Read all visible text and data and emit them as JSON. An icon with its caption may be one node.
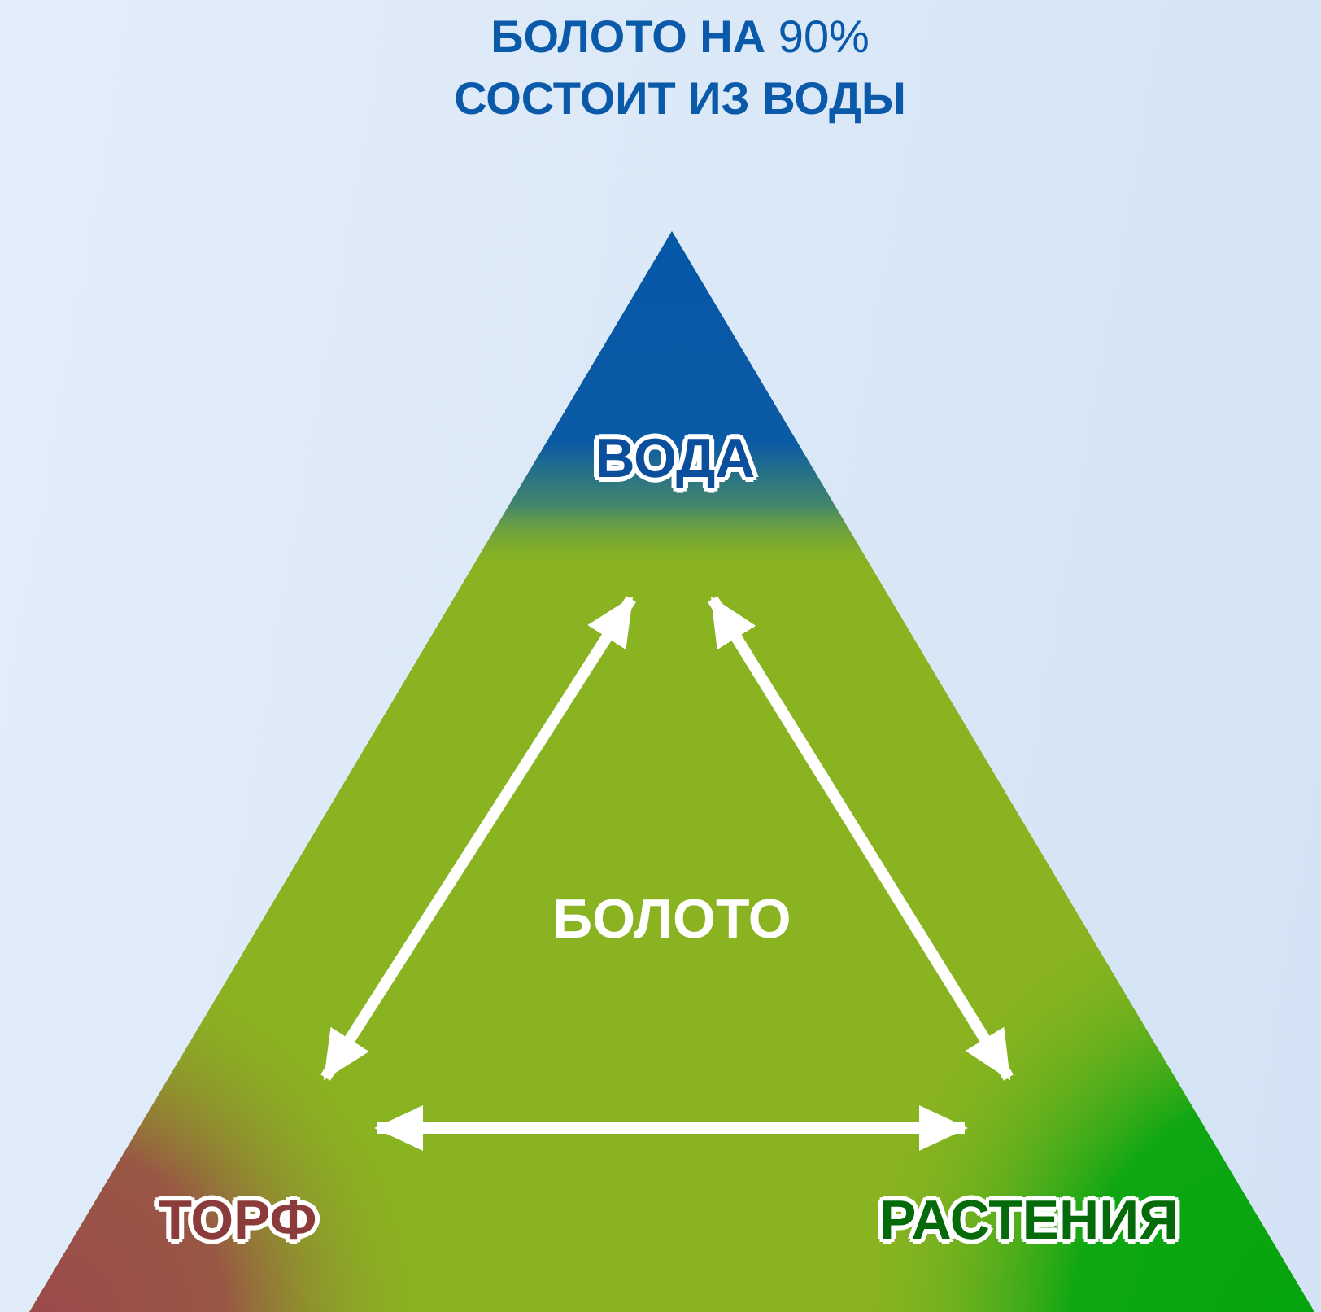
{
  "diagram": {
    "title": "**БОЛОТО НА** 90% **СОСТОИТ ИЗ ВОДЫ**",
    "nodes": [
      {
        "text": [
          "БОЛОТО"
        ]
      },
      {
        "text": [
          "ВОДА"
        ],
        "in": 0
      },
      {
        "text": [
          "ТОРФ"
        ],
        "in": 0
      },
      {
        "text": [
          "РАСТЕНИЯ"
        ],
        "in": 0
      }
    ],
    "edges": [
      {
        "from": 1,
        "to": 2,
        "arrow": "both",
        "color": "#ffffff"
      },
      {
        "from": 1,
        "to": 3,
        "arrow": "both",
        "color": "#ffffff"
      },
      {
        "from": 2,
        "to": 3,
        "arrow": "both",
        "color": "#ffffff"
      }
    ]
  }
}
